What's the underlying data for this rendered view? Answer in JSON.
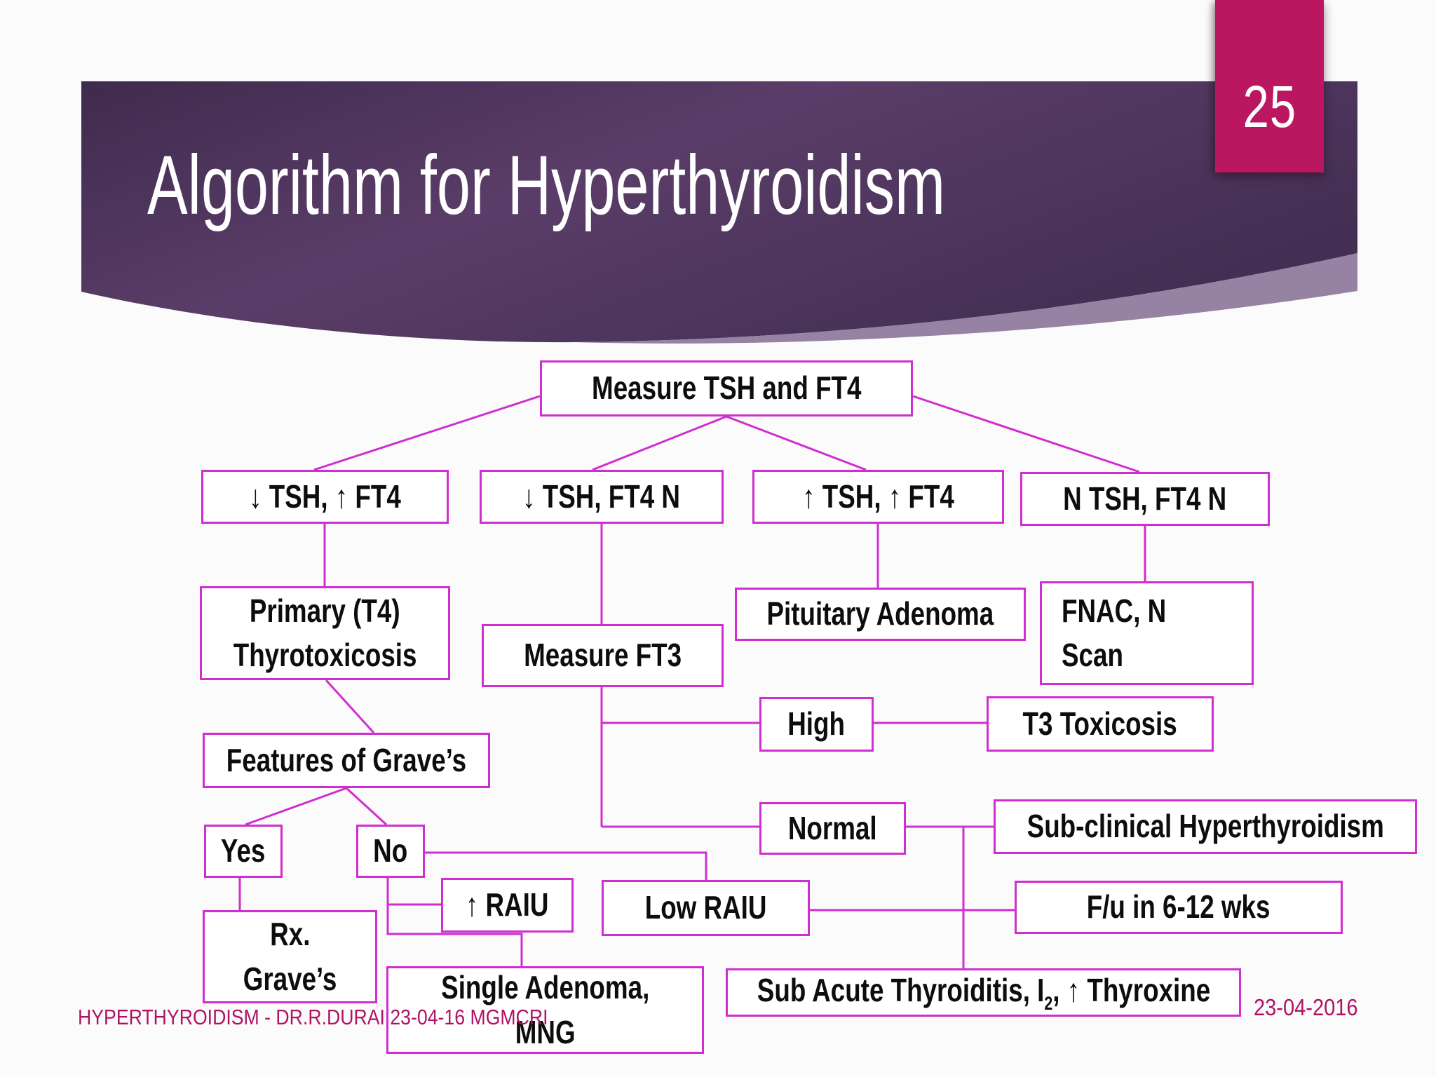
{
  "slide": {
    "page_number": "25",
    "title": "Algorithm for Hyperthyroidism",
    "footer_left": "HYPERTHYROIDISM - DR.R.DURAI 23-04-16 MGMCRI",
    "footer_right": "23-04-2016"
  },
  "colors": {
    "accent": "#d02ed0",
    "tab": "#bb1660",
    "banner_dark": "#3f2b4e",
    "banner_mid": "#5a3d68",
    "banner_deep": "#432f53",
    "wave": "#8b7699",
    "footer": "#b01263",
    "text": "#0d0d0d",
    "bg": "#fcfbfc"
  },
  "flowchart": {
    "nodes": [
      {
        "id": "measure-tsh-ft4",
        "label": "Measure TSH and FT4"
      },
      {
        "id": "low-tsh-high-ft4",
        "label": "↓ TSH, ↑ FT4"
      },
      {
        "id": "low-tsh-ft4-n",
        "label": "↓ TSH,  FT4 N"
      },
      {
        "id": "high-tsh-high-ft4",
        "label": "↑ TSH, ↑ FT4"
      },
      {
        "id": "n-tsh-ft4-n",
        "label": "N TSH,  FT4 N"
      },
      {
        "id": "primary-t4-thyrotoxicosis",
        "lines": [
          "Primary (T4)",
          "Thyrotoxicosis"
        ]
      },
      {
        "id": "measure-ft3",
        "label": "Measure FT3"
      },
      {
        "id": "pituitary-adenoma",
        "label": "Pituitary Adenoma"
      },
      {
        "id": "fnac-n-scan",
        "lines": [
          "FNAC, N",
          "Scan"
        ]
      },
      {
        "id": "high",
        "label": "High"
      },
      {
        "id": "t3-toxicosis",
        "label": "T3 Toxicosis"
      },
      {
        "id": "features-of-graves",
        "label": "Features of Grave’s"
      },
      {
        "id": "normal",
        "label": "Normal"
      },
      {
        "id": "sub-clinical-hyperthyroidism",
        "label": "Sub-clinical Hyperthyroidism"
      },
      {
        "id": "yes",
        "label": "Yes"
      },
      {
        "id": "no",
        "label": "No"
      },
      {
        "id": "raised-raiu",
        "label": "↑ RAIU"
      },
      {
        "id": "low-raiu",
        "label": "Low RAIU"
      },
      {
        "id": "fu-6-12-wks",
        "label": "F/u in 6-12 wks"
      },
      {
        "id": "rx-graves",
        "lines": [
          "Rx.",
          "Grave’s"
        ]
      },
      {
        "id": "single-adenoma-mng",
        "lines": [
          "Single Adenoma,",
          "MNG"
        ]
      },
      {
        "id": "sub-acute-thyroiditis",
        "parts": [
          "Sub Acute Thyroiditis, I",
          "2",
          ", ↑ Thyroxine"
        ]
      }
    ]
  }
}
